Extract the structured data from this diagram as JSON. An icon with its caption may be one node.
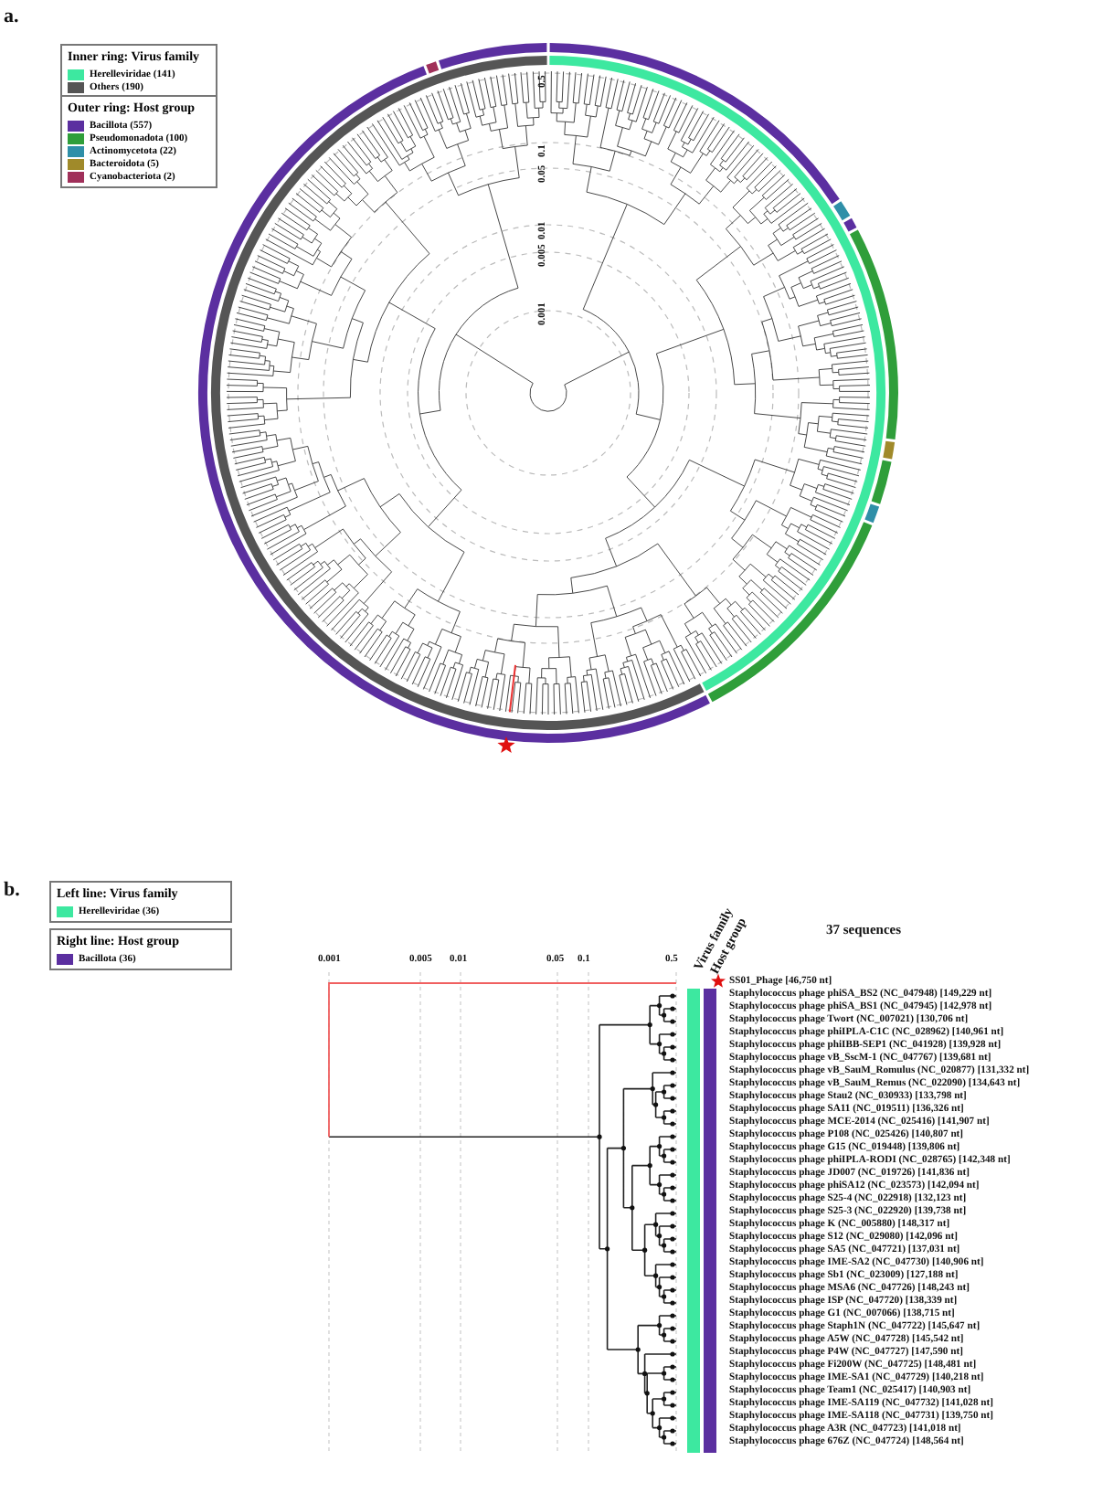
{
  "diagram": {
    "labels": [
      "a.",
      "Inner ring: Virus family",
      "Outer ring: Host group",
      "0.5",
      "0.1",
      "0.05",
      "0.01",
      "0.005",
      "0.001",
      "b.",
      "Left line: Virus family",
      "Right line: Host group",
      "Virus family",
      "Host group",
      "37 sequences",
      "0.001",
      "0.005",
      "0.01",
      "0.05",
      "0.1",
      "0.5",
      "SS01_Phage [46,750 nt]",
      "Staphylococcus phage phiSA_BS2 (NC_047948) [149,229 nt]",
      "Staphylococcus phage phiSA_BS1 (NC_047945) [142,978 nt]",
      "Staphylococcus phage Twort (NC_007021) [130,706 nt]",
      "Staphylococcus phage phiIPLA-C1C (NC_028962) [140,961 nt]",
      "Staphylococcus phage phiIBB-SEP1 (NC_041928) [139,928 nt]",
      "Staphylococcus phage vB_SscM-1 (NC_047767) [139,681 nt]",
      "Staphylococcus phage vB_SauM_Romulus (NC_020877) [131,332 nt]",
      "Staphylococcus phage vB_SauM_Remus (NC_022090) [134,643 nt]",
      "Staphylococcus phage Stau2 (NC_030933) [133,798 nt]",
      "Staphylococcus phage SA11 (NC_019511) [136,326 nt]",
      "Staphylococcus phage MCE-2014 (NC_025416) [141,907 nt]",
      "Staphylococcus phage P108 (NC_025426) [140,807 nt]",
      "Staphylococcus phage G15 (NC_019448) [139,806 nt]",
      "Staphylococcus phage phiIPLA-RODI (NC_028765) [142,348 nt]",
      "Staphylococcus phage JD007 (NC_019726) [141,836 nt]",
      "Staphylococcus phage phiSA12 (NC_023573) [142,094 nt]",
      "Staphylococcus phage S25-4 (NC_022918) [132,123 nt]",
      "Staphylococcus phage S25-3 (NC_022920) [139,738 nt]",
      "Staphylococcus phage K (NC_005880) [148,317 nt]",
      "Staphylococcus phage S12 (NC_029080) [142,096 nt]",
      "Staphylococcus phage SA5 (NC_047721) [137,031 nt]",
      "Staphylococcus phage IME-SA2 (NC_047730) [140,906 nt]",
      "Staphylococcus phage Sb1 (NC_023009) [127,188 nt]",
      "Staphylococcus phage MSA6 (NC_047726) [148,243 nt]",
      "Staphylococcus phage ISP (NC_047720) [138,339 nt]",
      "Staphylococcus phage G1 (NC_007066) [138,715 nt]",
      "Staphylococcus phage Staph1N (NC_047722) [145,647 nt]",
      "Staphylococcus phage A5W (NC_047728) [145,542 nt]",
      "Staphylococcus phage P4W (NC_047727) [147,590 nt]",
      "Staphylococcus phage Fi200W (NC_047725) [148,481 nt]",
      "Staphylococcus phage IME-SA1 (NC_047729) [140,218 nt]",
      "Staphylococcus phage Team1 (NC_025417) [140,903 nt]",
      "Staphylococcus phage IME-SA119 (NC_047732) [141,028 nt]",
      "Staphylococcus phage IME-SA118 (NC_047731) [139,750 nt]",
      "Staphylococcus phage A3R (NC_047723) [141,018 nt]",
      "Staphylococcus phage 676Z (NC_047724) [148,564 nt]"
    ],
    "legend": [
      {
        "text": "Herelleviridae (141)",
        "color": "#3de8a0"
      },
      {
        "text": "Others (190)",
        "color": "#555555"
      },
      {
        "text": "Bacillota (557)",
        "color": "#5b2fa0"
      },
      {
        "text": "Pseudomonadota (100)",
        "color": "#2f9e3a"
      },
      {
        "text": "Actinomycetota (22)",
        "color": "#2f8fa8"
      },
      {
        "text": "Bacteroidota (5)",
        "color": "#a08a2a"
      },
      {
        "text": "Cyanobacteriota (2)",
        "color": "#a0305a"
      },
      {
        "text": "Herelleviridae (36)",
        "color": "#3de8a0"
      },
      {
        "text": "Bacillota (36)",
        "color": "#5b2fa0"
      }
    ]
  }
}
